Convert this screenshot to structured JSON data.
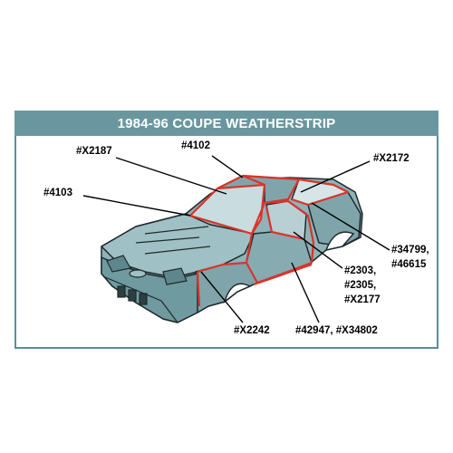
{
  "title": "1984-96 COUPE WEATHERSTRIP",
  "colors": {
    "banner": "#6a979f",
    "body": "#8fb3b8",
    "body_dark": "#6f9aa0",
    "weatherstrip": "#d9342b",
    "outline": "#1f2a2c"
  },
  "labels": {
    "x2187": "#X2187",
    "p4102": "#4102",
    "x2172": "#X2172",
    "p4103": "#4103",
    "p34799": "#34799,",
    "p46615": "#46615",
    "p2303": "#2303,",
    "p2305": "#2305,",
    "x2177": "#X2177",
    "x2242": "#X2242",
    "p42947": "#42947, #X34802"
  }
}
